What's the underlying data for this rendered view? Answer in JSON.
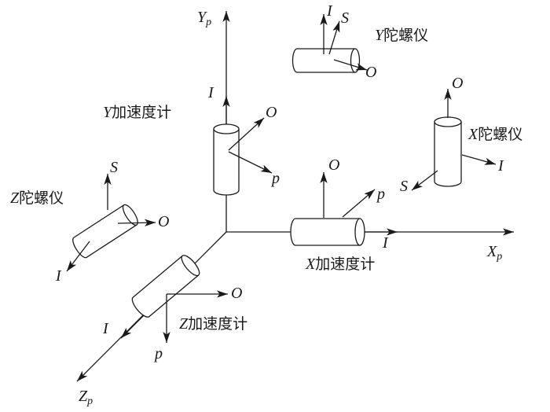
{
  "meta": {
    "background": "#ffffff",
    "line_color": "#1a1a1a",
    "description": "Inertial platform instrument configuration diagram"
  },
  "axes": {
    "yp": {
      "letter": "Y",
      "sub": "p"
    },
    "xp": {
      "letter": "X",
      "sub": "p"
    },
    "zp": {
      "letter": "Z",
      "sub": "p"
    }
  },
  "instruments": {
    "y_gyro": {
      "prefix": "Y",
      "name": "陀螺仪",
      "axis_i": "I",
      "axis_s": "S",
      "axis_o": "O"
    },
    "x_gyro": {
      "prefix": "X",
      "name": "陀螺仪",
      "axis_o": "O",
      "axis_i": "I",
      "axis_s": "S"
    },
    "z_gyro": {
      "prefix": "Z",
      "name": "陀螺仪",
      "axis_s": "S",
      "axis_o": "O",
      "axis_i": "I"
    },
    "y_accel": {
      "prefix": "Y",
      "name": "加速度计",
      "axis_i": "I",
      "axis_o": "O",
      "axis_p": "p"
    },
    "x_accel": {
      "prefix": "X",
      "name": "加速度计",
      "axis_o": "O",
      "axis_p": "p",
      "axis_i": "I"
    },
    "z_accel": {
      "prefix": "Z",
      "name": "加速度计",
      "axis_o": "O",
      "axis_p": "p",
      "axis_i": "I"
    }
  }
}
